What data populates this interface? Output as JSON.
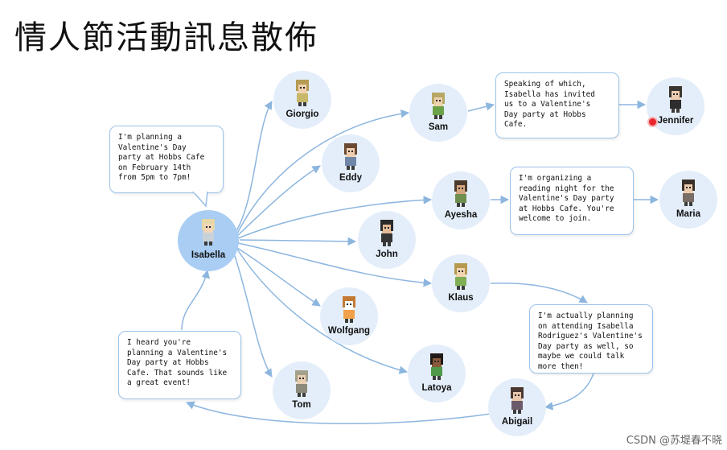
{
  "title": "情人節活動訊息散佈",
  "watermark": "CSDN @苏堤春不晓",
  "colors": {
    "edge": "#8db6df",
    "node": "#e4eefa",
    "main_node": "#a9cdf3",
    "bubble_border": "#9cc3ea"
  },
  "nodes": [
    {
      "id": "isabella",
      "label": "Isabella",
      "main": true,
      "skin": "#f3d6b8",
      "hair": "#e7d7a6",
      "shirt": "#c9d2d8"
    },
    {
      "id": "giorgio",
      "label": "Giorgio",
      "skin": "#f1d2ae",
      "hair": "#b59b54",
      "shirt": "#c7b86a"
    },
    {
      "id": "eddy",
      "label": "Eddy",
      "skin": "#f0cfb0",
      "hair": "#6b4a33",
      "shirt": "#6f86a8"
    },
    {
      "id": "john",
      "label": "John",
      "skin": "#e3bb98",
      "hair": "#2b2b2b",
      "shirt": "#353535"
    },
    {
      "id": "wolfgang",
      "label": "Wolfgang",
      "skin": "#ffffff",
      "hair": "#c47a33",
      "shirt": "#f0a14a"
    },
    {
      "id": "tom",
      "label": "Tom",
      "skin": "#ead0b3",
      "hair": "#a5a08a",
      "shirt": "#8c8a7a"
    },
    {
      "id": "sam",
      "label": "Sam",
      "skin": "#f0d2ad",
      "hair": "#b8a866",
      "shirt": "#6aa24a"
    },
    {
      "id": "ayesha",
      "label": "Ayesha",
      "skin": "#d3a67e",
      "hair": "#4a3a2a",
      "shirt": "#6f8f4e"
    },
    {
      "id": "klaus",
      "label": "Klaus",
      "skin": "#f1d4b0",
      "hair": "#b59a4f",
      "shirt": "#7fae55"
    },
    {
      "id": "latoya",
      "label": "Latoya",
      "skin": "#8a5a3a",
      "hair": "#1f1a16",
      "shirt": "#4e9a4a"
    },
    {
      "id": "abigail",
      "label": "Abigail",
      "skin": "#e9c8ab",
      "hair": "#4a3830",
      "shirt": "#6a5a6a"
    },
    {
      "id": "jennifer",
      "label": "Jennifer",
      "skin": "#eccdb0",
      "hair": "#3a3530",
      "shirt": "#2e2e2e"
    },
    {
      "id": "maria",
      "label": "Maria",
      "skin": "#ecccad",
      "hair": "#3a2f29",
      "shirt": "#7a6c66"
    }
  ],
  "bubbles": [
    {
      "id": "isabella-says",
      "text": "I'm planning a\nValentine's Day\nparty at Hobbs Cafe\non February 14th\nfrom 5pm to 7pm!"
    },
    {
      "id": "sam-says",
      "text": "Speaking of which,\nIsabella has invited\nus to a Valentine's\nDay party at Hobbs\nCafe."
    },
    {
      "id": "ayesha-says",
      "text": "I'm organizing a\nreading night for the\nValentine's Day party\nat Hobbs Cafe. You're\nwelcome to join."
    },
    {
      "id": "klaus-says",
      "text": "I'm actually planning\non attending Isabella\nRodriguez's Valentine's\nDay party as well, so\nmaybe we could talk\nmore then!"
    },
    {
      "id": "tom-says",
      "text": "I heard you're\nplanning a Valentine's\nDay party at Hobbs\nCafe. That sounds like\na great event!"
    }
  ]
}
